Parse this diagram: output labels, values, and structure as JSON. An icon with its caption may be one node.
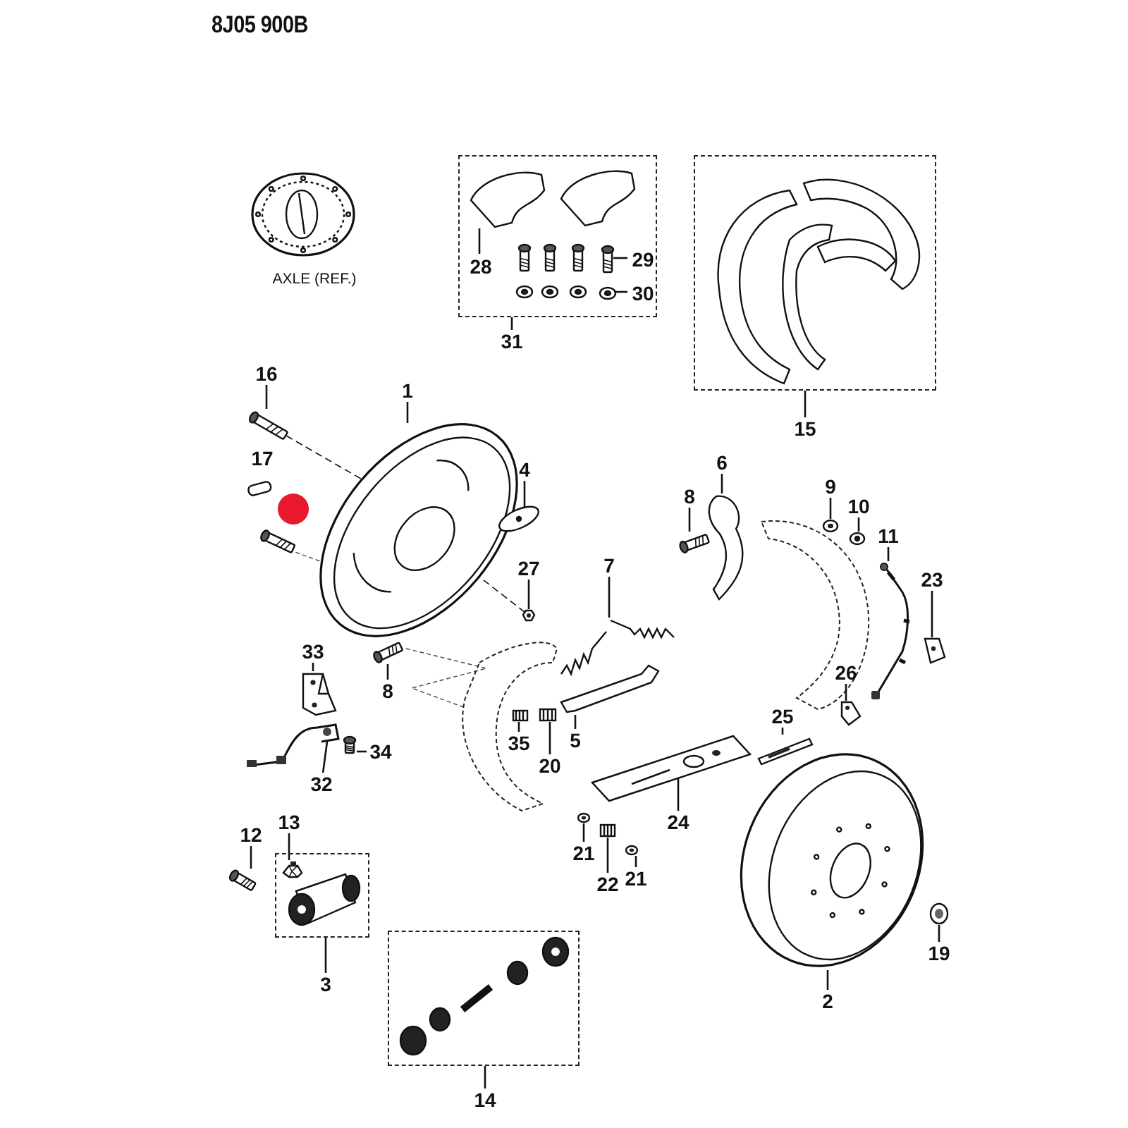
{
  "diagram": {
    "title": "8J05 900B",
    "nodes": [
      {
        "text": [],
        "shape": "box"
      },
      {
        "text": [
          "28"
        ],
        "in": 0
      },
      {
        "text": [
          "29"
        ],
        "in": 0
      },
      {
        "text": [
          "30"
        ],
        "in": 0
      },
      {
        "text": [
          "31"
        ]
      },
      {
        "text": [],
        "shape": "box"
      },
      {
        "text": [
          "15"
        ]
      },
      {
        "text": [
          "16"
        ]
      },
      {
        "text": [
          "1"
        ]
      },
      {
        "text": [
          "4"
        ]
      },
      {
        "text": [
          "8"
        ]
      },
      {
        "text": [
          "6"
        ]
      },
      {
        "text": [
          "9"
        ]
      },
      {
        "text": [
          "10"
        ]
      },
      {
        "text": [
          "11"
        ]
      },
      {
        "text": [
          "27"
        ]
      },
      {
        "text": [
          "7"
        ]
      },
      {
        "text": [
          "23"
        ]
      },
      {
        "text": [
          "33"
        ]
      },
      {
        "text": [
          "8"
        ]
      },
      {
        "text": [
          "26"
        ]
      },
      {
        "text": [
          "5"
        ]
      },
      {
        "text": [
          "35"
        ]
      },
      {
        "text": [
          "20"
        ]
      },
      {
        "text": [
          "25"
        ]
      },
      {
        "text": [
          "34"
        ]
      },
      {
        "text": [
          "32"
        ]
      },
      {
        "text": [
          "24"
        ]
      },
      {
        "text": [
          "21"
        ]
      },
      {
        "text": [
          "22"
        ]
      },
      {
        "text": [
          "21"
        ]
      },
      {
        "text": [
          "12"
        ]
      },
      {
        "text": [
          "13"
        ]
      },
      {
        "text": [],
        "shape": "box"
      },
      {
        "text": [
          "3"
        ]
      },
      {
        "text": [],
        "shape": "box"
      },
      {
        "text": [
          "14"
        ]
      },
      {
        "text": [
          "2"
        ]
      },
      {
        "text": [
          "19"
        ]
      },
      {
        "text": [],
        "shape": "picture",
        "in": 33
      },
      {
        "text": [],
        "shape": "picture",
        "in": 0
      },
      {
        "text": [],
        "shape": "picture",
        "in": 0
      },
      {
        "text": [],
        "shape": "picture",
        "in": 0
      },
      {
        "text": [],
        "shape": "picture"
      },
      {
        "text": [],
        "shape": "picture"
      },
      {
        "text": [],
        "shape": "picture"
      },
      {
        "text": [],
        "shape": "picture"
      },
      {
        "text": [],
        "shape": "picture"
      },
      {
        "text": [],
        "shape": "picture"
      },
      {
        "text": [],
        "shape": "picture"
      },
      {
        "text": [],
        "shape": "picture"
      },
      {
        "text": [],
        "shape": "picture"
      },
      {
        "text": [],
        "shape": "picture"
      },
      {
        "text": [],
        "shape": "picture"
      },
      {
        "text": [],
        "shape": "picture"
      },
      {
        "text": [],
        "shape": "picture"
      },
      {
        "text": [],
        "shape": "picture"
      },
      {
        "text": [],
        "shape": "picture"
      },
      {
        "text": [],
        "shape": "picture"
      },
      {
        "text": [],
        "shape": "picture"
      },
      {
        "text": [],
        "shape": "picture"
      },
      {
        "text": [],
        "shape": "picture"
      },
      {
        "text": [],
        "shape": "picture"
      },
      {
        "text": [],
        "shape": "picture"
      },
      {
        "text": [],
        "shape": "picture"
      },
      {
        "text": [],
        "shape": "picture"
      },
      {
        "text": [],
        "shape": "picture"
      },
      {
        "text": [],
        "shape": "picture"
      },
      {
        "text": [],
        "shape": "picture"
      },
      {
        "text": [],
        "shape": "picture"
      }
    ],
    "edges": [
      {
        "from": 1,
        "to": 40,
        "arrow": "none"
      },
      {
        "from": 2,
        "to": 41,
        "arrow": "none"
      },
      {
        "from": 3,
        "to": 42,
        "arrow": "none"
      },
      {
        "from": 4,
        "to": 0,
        "arrow": "none"
      },
      {
        "from": 6,
        "to": 5,
        "arrow": "none"
      },
      {
        "from": 7,
        "to": 43,
        "arrow": "none"
      },
      {
        "from": 8,
        "to": 44,
        "arrow": "none"
      },
      {
        "from": 9,
        "to": 45,
        "arrow": "none"
      },
      {
        "from": 10,
        "to": 46,
        "arrow": "none"
      },
      {
        "from": 11,
        "to": 47,
        "arrow": "none"
      },
      {
        "from": 12,
        "to": 48,
        "arrow": "none"
      },
      {
        "from": 13,
        "to": 49,
        "arrow": "none"
      },
      {
        "from": 14,
        "to": 50,
        "arrow": "none"
      },
      {
        "from": 15,
        "to": 51,
        "arrow": "none"
      },
      {
        "from": 16,
        "to": 52,
        "arrow": "none"
      },
      {
        "from": 17,
        "to": 53,
        "arrow": "none"
      },
      {
        "from": 18,
        "to": 54,
        "arrow": "none"
      },
      {
        "from": 19,
        "to": 55,
        "arrow": "none"
      },
      {
        "from": 20,
        "to": 56,
        "arrow": "none"
      },
      {
        "from": 21,
        "to": 57,
        "arrow": "none"
      },
      {
        "from": 22,
        "to": 58,
        "arrow": "none"
      },
      {
        "from": 23,
        "to": 59,
        "arrow": "none"
      },
      {
        "from": 24,
        "to": 60,
        "arrow": "none"
      },
      {
        "from": 25,
        "to": 61,
        "arrow": "none"
      },
      {
        "from": 26,
        "to": 62,
        "arrow": "none"
      },
      {
        "from": 27,
        "to": 63,
        "arrow": "none"
      },
      {
        "from": 28,
        "to": 64,
        "arrow": "none"
      },
      {
        "from": 29,
        "to": 65,
        "arrow": "none"
      },
      {
        "from": 30,
        "to": 66,
        "arrow": "none"
      },
      {
        "from": 31,
        "to": 67,
        "arrow": "none"
      },
      {
        "from": 32,
        "to": 39,
        "arrow": "none"
      },
      {
        "from": 34,
        "to": 33,
        "arrow": "none"
      },
      {
        "from": 36,
        "to": 35,
        "arrow": "none"
      },
      {
        "from": 37,
        "to": 68,
        "arrow": "none"
      },
      {
        "from": 38,
        "to": 69,
        "arrow": "none"
      },
      {
        "from": 43,
        "to": 44,
        "arrow": "none",
        "style": "dashed"
      },
      {
        "from": 44,
        "to": 51,
        "arrow": "none",
        "style": "dashed"
      }
    ],
    "labels": [
      "17",
      "AXLE (REF.)"
    ]
  }
}
